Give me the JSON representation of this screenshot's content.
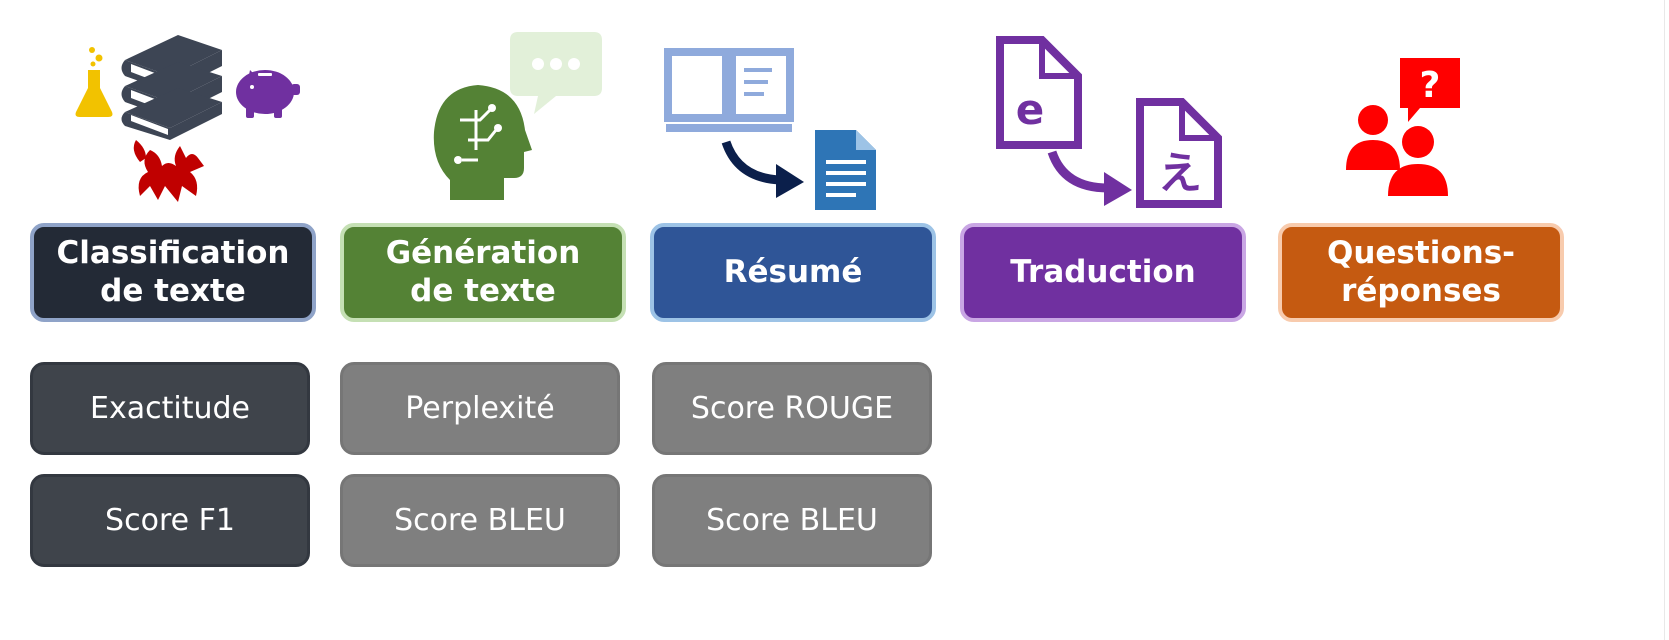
{
  "tasks": [
    {
      "id": "classification",
      "label": "Classification\nde texte",
      "color": "#232a36",
      "border": "#8fa3c8"
    },
    {
      "id": "generation",
      "label": "Génération\nde texte",
      "color": "#548235",
      "border": "#c5e0b4"
    },
    {
      "id": "summary",
      "label": "Résumé",
      "color": "#2f5597",
      "border": "#9dc3e6"
    },
    {
      "id": "translation",
      "label": "Traduction",
      "color": "#7030a0",
      "border": "#c9a6e4"
    },
    {
      "id": "qa",
      "label": "Questions-\nréponses",
      "color": "#c55a11",
      "border": "#f8cbad"
    }
  ],
  "metrics": {
    "classification": [
      "Exactitude",
      "Score F1"
    ],
    "generation": [
      "Perplexité",
      "Score BLEU"
    ],
    "summary": [
      "Score ROUGE",
      "Score BLEU"
    ]
  },
  "icons": {
    "classification": [
      "flask-icon",
      "books-icon",
      "piggy-bank-icon",
      "dragon-icon"
    ],
    "generation": [
      "head-circuit-icon",
      "speech-bubble-icon"
    ],
    "summary": [
      "open-book-icon",
      "arrow-icon",
      "document-icon"
    ],
    "translation": [
      "file-e-icon",
      "arrow-icon",
      "file-japanese-icon"
    ],
    "qa": [
      "people-icon",
      "question-bubble-icon"
    ]
  },
  "icon_text": {
    "latin_letter": "e",
    "japanese_letter": "え",
    "question_mark": "?"
  },
  "colors": {
    "flask": "#f2c200",
    "books": "#3d4554",
    "piggy": "#7030a0",
    "dragon": "#c00000",
    "head": "#548235",
    "bubble": "#e2f0d9",
    "book_light": "#8faadc",
    "doc_blue": "#2e75b6",
    "arrow_navy": "#0b1f4b",
    "translate_purple": "#7030a0",
    "qa_red": "#ff0000"
  }
}
